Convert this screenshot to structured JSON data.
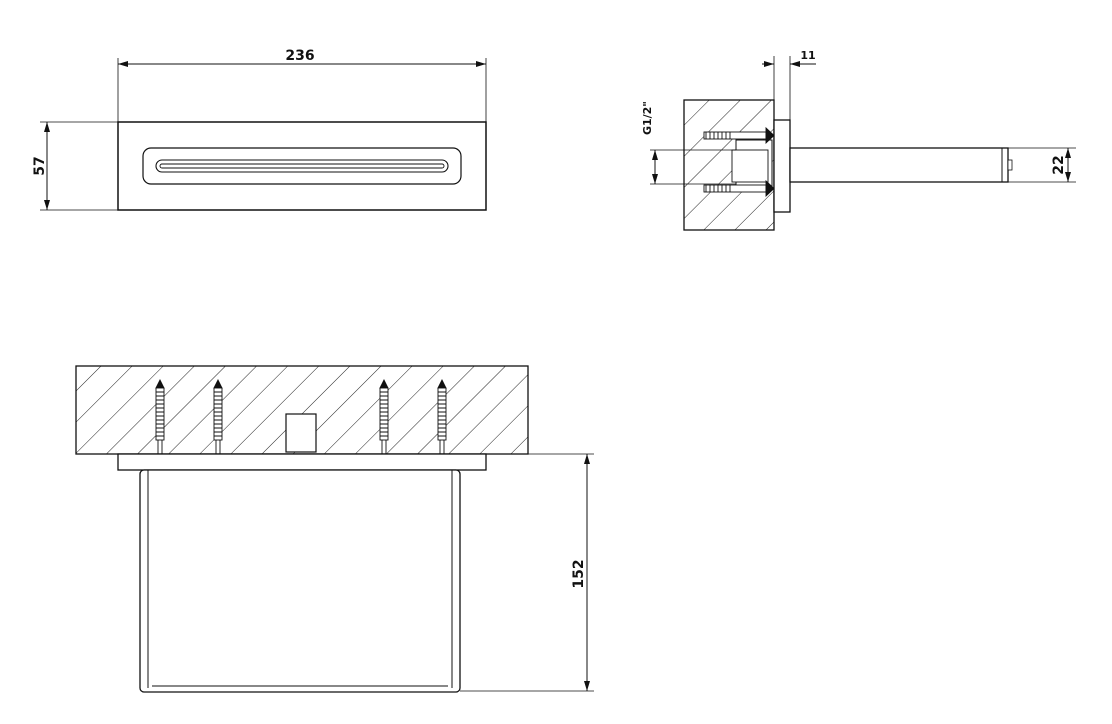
{
  "dimensions": {
    "width_front": "236",
    "height_front": "57",
    "wall_depth": "11",
    "thread": "G1/2\"",
    "spout_height": "22",
    "projection": "152"
  }
}
